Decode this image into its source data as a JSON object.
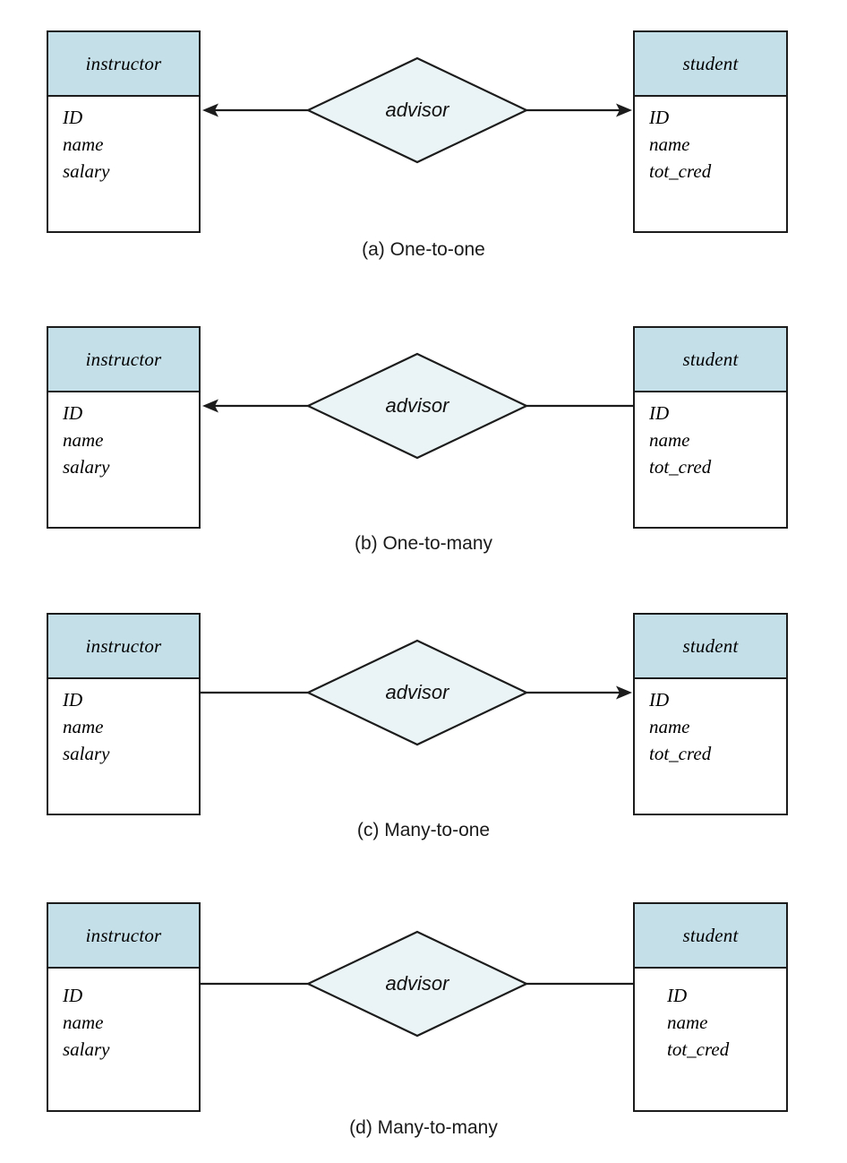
{
  "figure": {
    "entity_left_name": "instructor",
    "entity_right_name": "student",
    "relationship_name": "advisor",
    "colors": {
      "entity_header_fill": "#c5dfe9",
      "entity_body_fill": "#ffffff",
      "diamond_fill": "#eaf3f5",
      "stroke": "#1c1c1c",
      "text": "#000000",
      "background": "#ffffff"
    }
  },
  "panels": [
    {
      "caption": "(a) One-to-one",
      "left_entity": {
        "title": "instructor",
        "attributes": [
          "ID",
          "name",
          "salary"
        ]
      },
      "relationship": {
        "label": "advisor"
      },
      "right_entity": {
        "title": "student",
        "attributes": [
          "ID",
          "name",
          "tot_cred"
        ]
      },
      "left_arrow": "arrow",
      "right_arrow": "arrow",
      "cardinality": "one-to-one"
    },
    {
      "caption": "(b) One-to-many",
      "left_entity": {
        "title": "instructor",
        "attributes": [
          "ID",
          "name",
          "salary"
        ]
      },
      "relationship": {
        "label": "advisor"
      },
      "right_entity": {
        "title": "student",
        "attributes": [
          "ID",
          "name",
          "tot_cred"
        ]
      },
      "left_arrow": "arrow",
      "right_arrow": "line",
      "cardinality": "one-to-many"
    },
    {
      "caption": "(c) Many-to-one",
      "left_entity": {
        "title": "instructor",
        "attributes": [
          "ID",
          "name",
          "salary"
        ]
      },
      "relationship": {
        "label": "advisor"
      },
      "right_entity": {
        "title": "student",
        "attributes": [
          "ID",
          "name",
          "tot_cred"
        ]
      },
      "left_arrow": "line",
      "right_arrow": "arrow",
      "cardinality": "many-to-one"
    },
    {
      "caption": "(d) Many-to-many",
      "left_entity": {
        "title": "instructor",
        "attributes": [
          "ID",
          "name",
          "salary"
        ]
      },
      "relationship": {
        "label": "advisor"
      },
      "right_entity": {
        "title": "student",
        "attributes": [
          "ID",
          "name",
          "tot_cred"
        ]
      },
      "left_arrow": "line",
      "right_arrow": "line",
      "cardinality": "many-to-many"
    }
  ]
}
